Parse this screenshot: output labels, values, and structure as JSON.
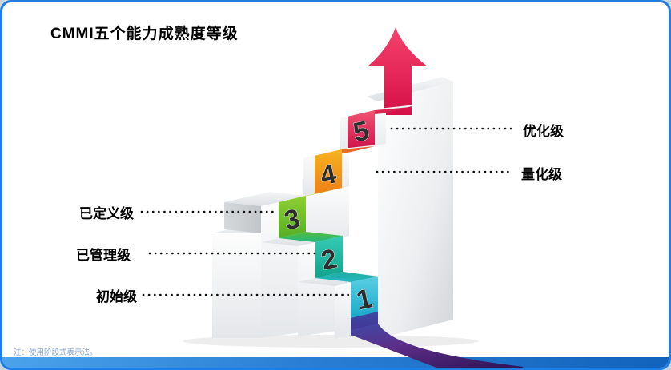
{
  "slide": {
    "title": "CMMI五个能力成熟度等级",
    "note": "注：使用阶段式表示法。"
  },
  "levels": [
    {
      "number": "1",
      "label": "初始级",
      "side": "left"
    },
    {
      "number": "2",
      "label": "已管理级",
      "side": "left"
    },
    {
      "number": "3",
      "label": "已定义级",
      "side": "left"
    },
    {
      "number": "4",
      "label": "量化级",
      "side": "right"
    },
    {
      "number": "5",
      "label": "优化级",
      "side": "right"
    }
  ],
  "colors": {
    "border_blue": "#1d7fe3",
    "bottom_bar_blue": "#2a7fd4",
    "level1_cyan": "#2fbcd6",
    "level2_teal": "#1db9a0",
    "level3_green": "#6fc22e",
    "level4_orange": "#f39a1b",
    "level5_red": "#e01a4f",
    "arrow_red": "#e8174b",
    "ribbon_purple": "#5b2d8e",
    "number_color": "#2d2d2d"
  }
}
